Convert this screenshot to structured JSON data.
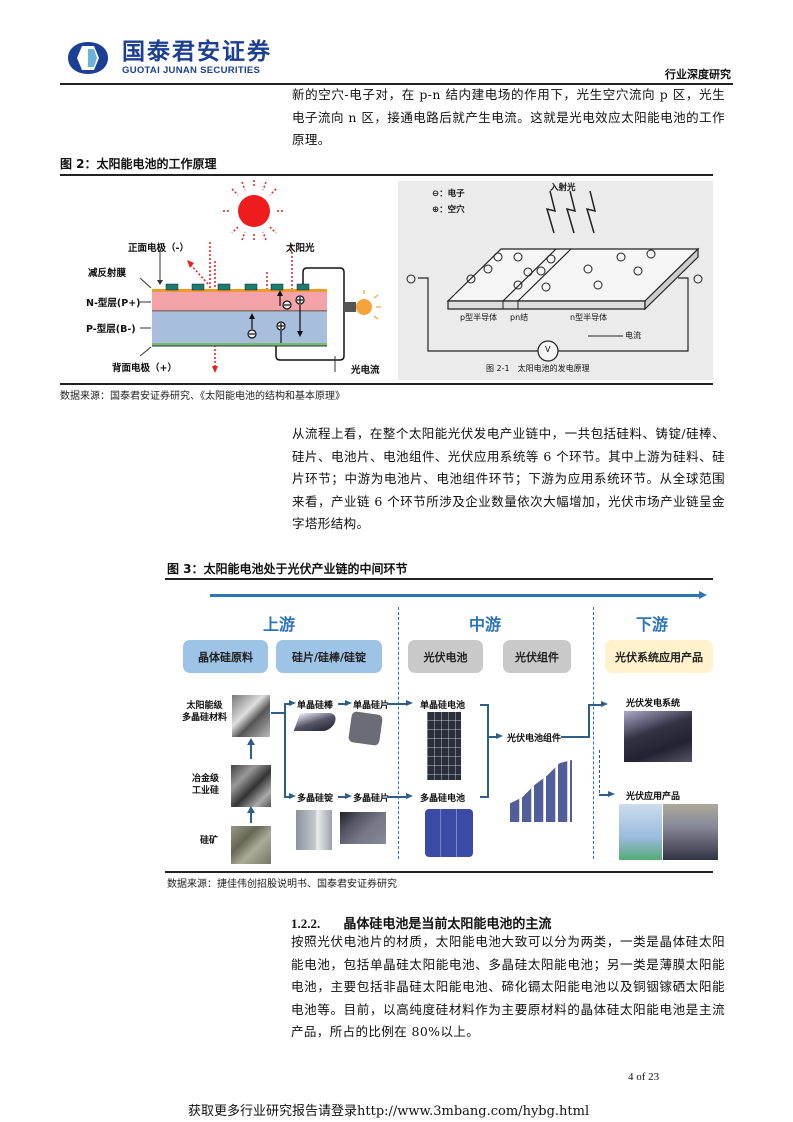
{
  "header": {
    "logo_cn": "国泰君安证券",
    "logo_en": "GUOTAI JUNAN SECURITIES",
    "report_type": "行业深度研究",
    "brand_color": "#1c3f93"
  },
  "intro_paragraph": "新的空穴-电子对，在 p-n 结内建电场的作用下，光生空穴流向 p 区，光生电子流向 n 区，接通电路后就产生电流。这就是光电效应太阳能电池的工作原理。",
  "figure2": {
    "title": "图 2：太阳能电池的工作原理",
    "left_diagram": {
      "labels": {
        "front_electrode": "正面电极（-）",
        "sunlight": "太阳光",
        "anti_reflection": "减反射膜",
        "n_layer": "N-型层(P+)",
        "p_layer": "P-型层(B-)",
        "back_electrode": "背面电极（+）",
        "photocurrent": "光电流"
      },
      "colors": {
        "sun": "#ee1c1c",
        "n_layer": "#f4a3a8",
        "p_layer": "#a7bedd",
        "electrode": "#1e7b6e",
        "bulb": "#f5a33a"
      }
    },
    "right_diagram": {
      "legend_electron": "⊖：电子",
      "legend_hole": "⊕：空穴",
      "incident_light": "入射光",
      "p_type": "p型半导体",
      "pn_junction": "pn结",
      "n_type": "n型半导体",
      "current": "电流",
      "voltmeter": "V",
      "caption": "图 2-1　太阳电池的发电原理"
    },
    "source": "数据来源：国泰君安证券研究、《太阳能电池的结构和基本原理》"
  },
  "chain_paragraph": "从流程上看，在整个太阳能光伏发电产业链中，一共包括硅料、铸锭/硅棒、硅片、电池片、电池组件、光伏应用系统等 6 个环节。其中上游为硅料、硅片环节；中游为电池片、电池组件环节；下游为应用系统环节。从全球范围来看，产业链 6 个环节所涉及企业数量依次大幅增加，光伏市场产业链呈金字塔形结构。",
  "figure3": {
    "title": "图 3：太阳能电池处于光伏产业链的中间环节",
    "stages": [
      "上游",
      "中游",
      "下游"
    ],
    "boxes": [
      {
        "label": "晶体硅原料",
        "color": "#9dc3e6"
      },
      {
        "label": "硅片/硅棒/硅锭",
        "color": "#9dc3e6"
      },
      {
        "label": "光伏电池",
        "color": "#c9c9c9"
      },
      {
        "label": "光伏组件",
        "color": "#c9c9c9"
      },
      {
        "label": "光伏系统应用产品",
        "color": "#fff2cc"
      }
    ],
    "flow_labels": {
      "solar_grade_poly": "太阳能级\n多晶硅材料",
      "metallurgical_si": "冶金级\n工业硅",
      "silicon_ore": "硅矿",
      "mono_rod": "单晶硅棒",
      "mono_wafer": "单晶硅片",
      "poly_ingot": "多晶硅锭",
      "poly_wafer": "多晶硅片",
      "mono_cell": "单晶硅电池",
      "poly_cell": "多晶硅电池",
      "pv_module": "光伏电池组件",
      "pv_system": "光伏发电系统",
      "pv_products": "光伏应用产品"
    },
    "accent_color": "#2e75b6",
    "source": "数据来源：捷佳伟创招股说明书、国泰君安证券研究"
  },
  "section_122": {
    "number": "1.2.2.",
    "title": "晶体硅电池是当前太阳能电池的主流",
    "body": "按照光伏电池片的材质，太阳能电池大致可以分为两类，一类是晶体硅太阳能电池，包括单晶硅太阳能电池、多晶硅太阳能电池；另一类是薄膜太阳能电池，主要包括非晶硅太阳能电池、碲化镉太阳能电池以及铜铟镓硒太阳能电池等。目前，以高纯度硅材料作为主要原材料的晶体硅太阳能电池是主流产品，所占的比例在 80%以上。"
  },
  "page_number": "4 of 23",
  "footer_text": "获取更多行业研究报告请登录http://www.3mbang.com/hybg.html"
}
